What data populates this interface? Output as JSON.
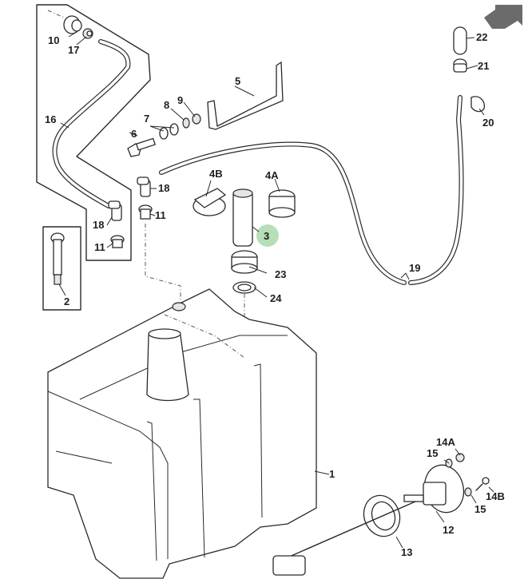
{
  "diagram": {
    "title": "Fuel tank exploded parts diagram",
    "nav_arrow_icon": "arrow-up-right-icon",
    "highlight_color": "#9fd39f",
    "arrow_color": "#6b6b6b",
    "highlighted_callout": "3",
    "callouts": {
      "c1": "1",
      "c2": "2",
      "c3": "3",
      "c4A": "4A",
      "c4B": "4B",
      "c5": "5",
      "c6": "6",
      "c7": "7",
      "c8": "8",
      "c9": "9",
      "c10": "10",
      "c11a": "11",
      "c11b": "11",
      "c12": "12",
      "c13": "13",
      "c14A": "14A",
      "c14B": "14B",
      "c15a": "15",
      "c15b": "15",
      "c16": "16",
      "c17": "17",
      "c18a": "18",
      "c18b": "18",
      "c19": "19",
      "c20": "20",
      "c21": "21",
      "c22": "22",
      "c23": "23",
      "c24": "24"
    }
  }
}
